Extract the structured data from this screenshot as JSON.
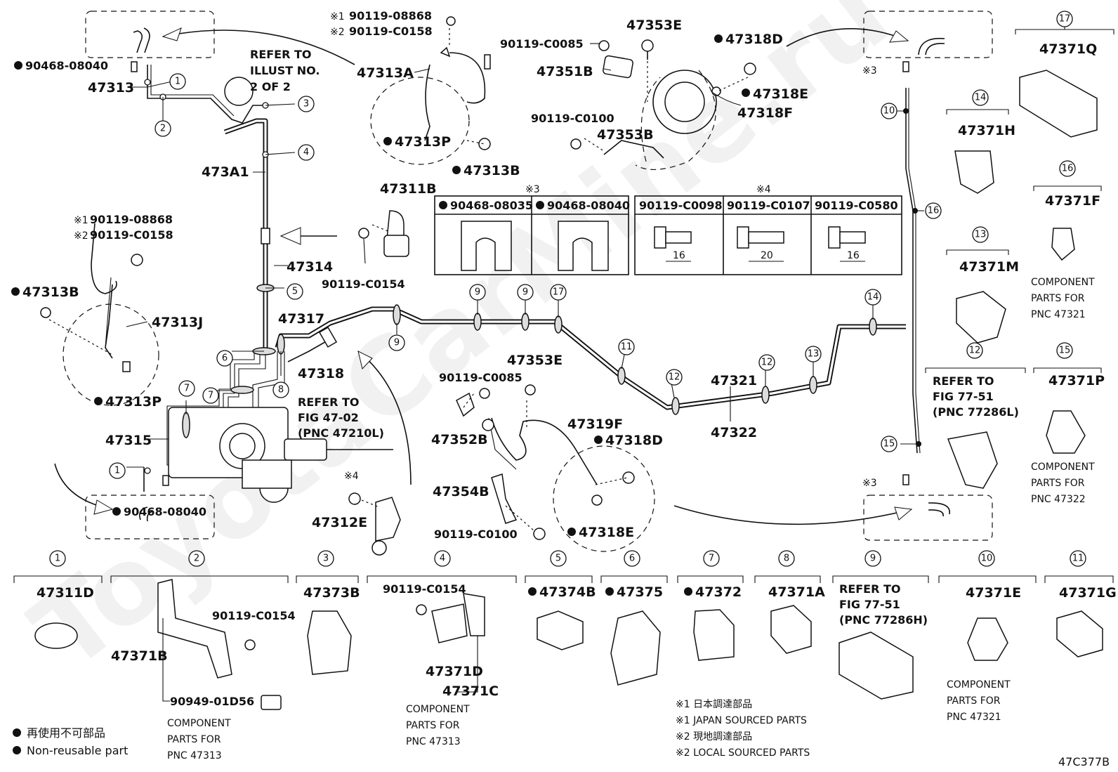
{
  "diagram": {
    "code": "47C377B",
    "watermark": "ToyotaCarMine.ru",
    "labels": {
      "p47313": "47313",
      "p47313A": "47313A",
      "p47313P_top": "47313P",
      "p47313B_top": "47313B",
      "p47311B": "47311B",
      "p473A1": "473A1",
      "p47314": "47314",
      "p47313B_left": "47313B",
      "p47313J": "47313J",
      "p47313P_left": "47313P",
      "p47317": "47317",
      "p47318": "47318",
      "p47315": "47315",
      "p47312E": "47312E",
      "p47353E_top": "47353E",
      "p47351B": "47351B",
      "p47353B": "47353B",
      "p47318D_top": "47318D",
      "p47318E_top": "47318E",
      "p47318F": "47318F",
      "p47353E_mid": "47353E",
      "p47352B": "47352B",
      "p47319F": "47319F",
      "p47354B": "47354B",
      "p47318D_mid": "47318D",
      "p47318E_mid": "47318E",
      "p47321": "47321",
      "p47322": "47322",
      "b90468_08040_top": "90468-08040",
      "b90468_08040_bot": "90468-08040",
      "b90119_08868_top": "90119-08868",
      "b90119_C0158_top": "90119-C0158",
      "b90119_08868_left": "90119-08868",
      "b90119_C0158_left": "90119-C0158",
      "b90119_C0085_top": "90119-C0085",
      "b90119_C0100_top": "90119-C0100",
      "b90119_C0154_mid": "90119-C0154",
      "b90119_C0085_mid": "90119-C0085",
      "b90119_C0100_mid": "90119-C0100",
      "refer_illust": [
        "REFER TO",
        "ILLUST NO.",
        "2 OF 2"
      ],
      "refer_fig4702": [
        "REFER TO",
        "FIG 47-02",
        "(PNC 47210L)"
      ],
      "mark1": "※1",
      "mark2": "※2",
      "mark3": "※3",
      "mark4": "※4"
    },
    "bolt_table": {
      "group3_mark": "※3",
      "group4_mark": "※4",
      "cols": [
        "90468-08035",
        "90468-08040",
        "90119-C0098",
        "90119-C0107",
        "90119-C0580"
      ],
      "dims": [
        "16",
        "20",
        "16"
      ]
    },
    "right_clips": {
      "c17": {
        "num": "17",
        "pnc": "47371Q"
      },
      "c14": {
        "num": "14",
        "pnc": "47371H"
      },
      "c16": {
        "num": "16",
        "pnc": "47371F",
        "note": [
          "COMPONENT",
          "PARTS FOR",
          "PNC 47321"
        ]
      },
      "c13": {
        "num": "13",
        "pnc": "47371M"
      },
      "c12": {
        "num": "12",
        "note": [
          "REFER TO",
          "FIG 77-51",
          "(PNC 77286L)"
        ]
      },
      "c15": {
        "num": "15",
        "pnc": "47371P",
        "note": [
          "COMPONENT",
          "PARTS FOR",
          "PNC 47322"
        ]
      }
    },
    "bottom_clips": [
      {
        "num": "1",
        "pnc": "47311D"
      },
      {
        "num": "2",
        "pnc": "47371B",
        "bolt": "90119-C0154",
        "extra": "90949-01D56",
        "note": [
          "COMPONENT",
          "PARTS FOR",
          "PNC 47313"
        ]
      },
      {
        "num": "3",
        "pnc": "47373B"
      },
      {
        "num": "4",
        "pnc": "47371D",
        "pnc2": "47371C",
        "bolt": "90119-C0154",
        "note": [
          "COMPONENT",
          "PARTS FOR",
          "PNC 47313"
        ]
      },
      {
        "num": "5",
        "pnc": "47374B"
      },
      {
        "num": "6",
        "pnc": "47375"
      },
      {
        "num": "7",
        "pnc": "47372"
      },
      {
        "num": "8",
        "pnc": "47371A"
      },
      {
        "num": "9",
        "note": [
          "REFER TO",
          "FIG 77-51",
          "(PNC 77286H)"
        ]
      },
      {
        "num": "10",
        "pnc": "47371E",
        "note": [
          "COMPONENT",
          "PARTS FOR",
          "PNC 47321"
        ]
      },
      {
        "num": "11",
        "pnc": "47371G"
      }
    ],
    "legend": {
      "jp": "再使用不可部品",
      "en": "Non-reusable part",
      "notes": [
        "※1  日本調達部品",
        "※1  JAPAN SOURCED PARTS",
        "※2  現地調達部品",
        "※2  LOCAL SOURCED PARTS"
      ]
    }
  }
}
